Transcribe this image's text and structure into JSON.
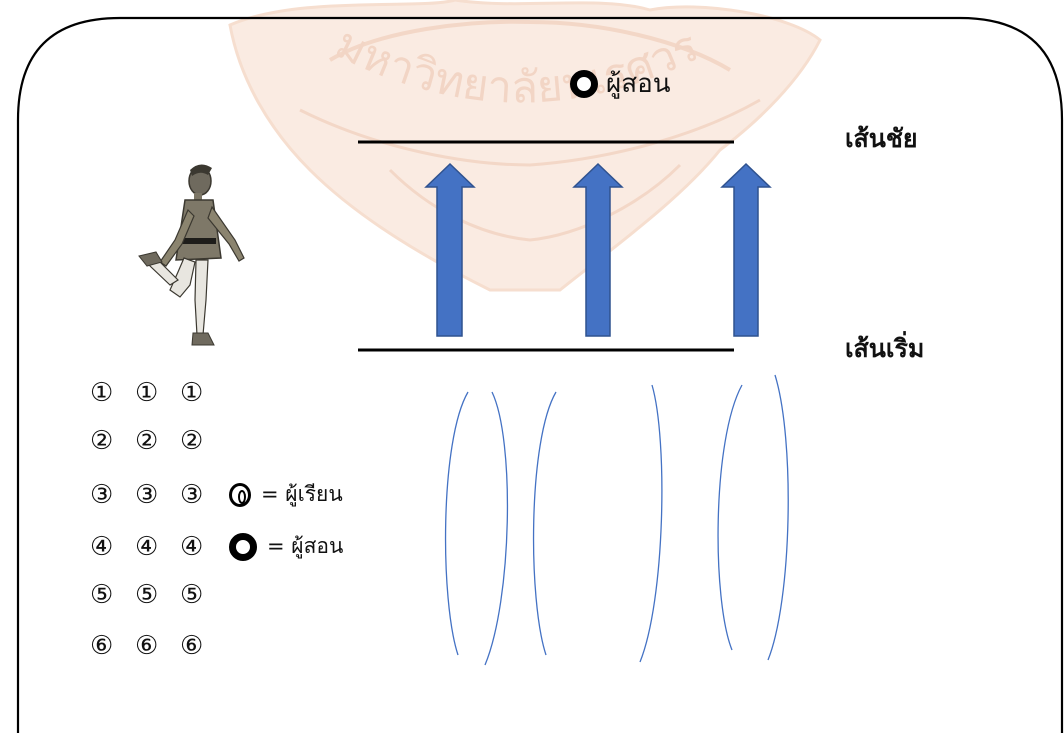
{
  "diagram": {
    "teacher_top_label": "ผู้สอน",
    "finish_line_label": "เส้นชัย",
    "start_line_label": "เส้นเริ่ม",
    "legend": {
      "rows": [
        {
          "n1": "①",
          "n2": "①",
          "n3": "①"
        },
        {
          "n1": "②",
          "n2": "②",
          "n3": "②"
        },
        {
          "n1": "③",
          "n2": "③",
          "n3": "③"
        },
        {
          "n1": "④",
          "n2": "④",
          "n3": "④"
        },
        {
          "n1": "⑤",
          "n2": "⑤",
          "n3": "⑤"
        },
        {
          "n1": "⑥",
          "n2": "⑥",
          "n3": "⑥"
        }
      ],
      "student_equals": "= ผู้เรียน",
      "teacher_equals": "= ผู้สอน"
    },
    "watermark_text": "มหาวิทยาลัยนเรศวร",
    "colors": {
      "arrow_fill": "#4472C4",
      "arrow_stroke": "#2F528F",
      "bracket": "#4472C4",
      "line": "#000000",
      "watermark": "#F0C2A6"
    }
  }
}
